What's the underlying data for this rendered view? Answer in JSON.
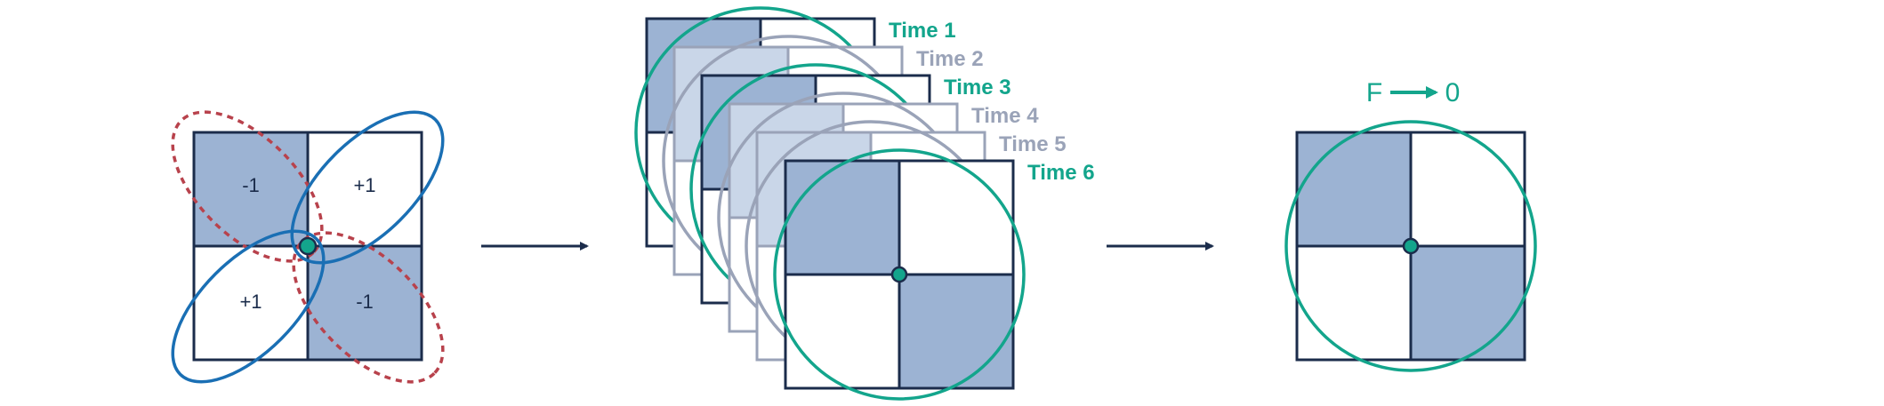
{
  "colors": {
    "navy": "#1b2c4b",
    "fill_blue": "#9cb3d3",
    "teal": "#13a58c",
    "red_dashed": "#b8424c",
    "blue_ellipse": "#1a6fb4",
    "faded_frame": "#9aa3b8",
    "faded_fill": "#c9d6e8"
  },
  "panel1": {
    "cells": {
      "top_left": "-1",
      "top_right": "+1",
      "bottom_left": "+1",
      "bottom_right": "-1"
    }
  },
  "panel2": {
    "frames": [
      {
        "label": "Time 1",
        "emphasis": "strong"
      },
      {
        "label": "Time 2",
        "emphasis": "faded"
      },
      {
        "label": "Time 3",
        "emphasis": "strong"
      },
      {
        "label": "Time 4",
        "emphasis": "faded"
      },
      {
        "label": "Time 5",
        "emphasis": "faded"
      },
      {
        "label": "Time 6",
        "emphasis": "strong"
      }
    ]
  },
  "panel3": {
    "formula_left": "F",
    "formula_right": "0"
  }
}
